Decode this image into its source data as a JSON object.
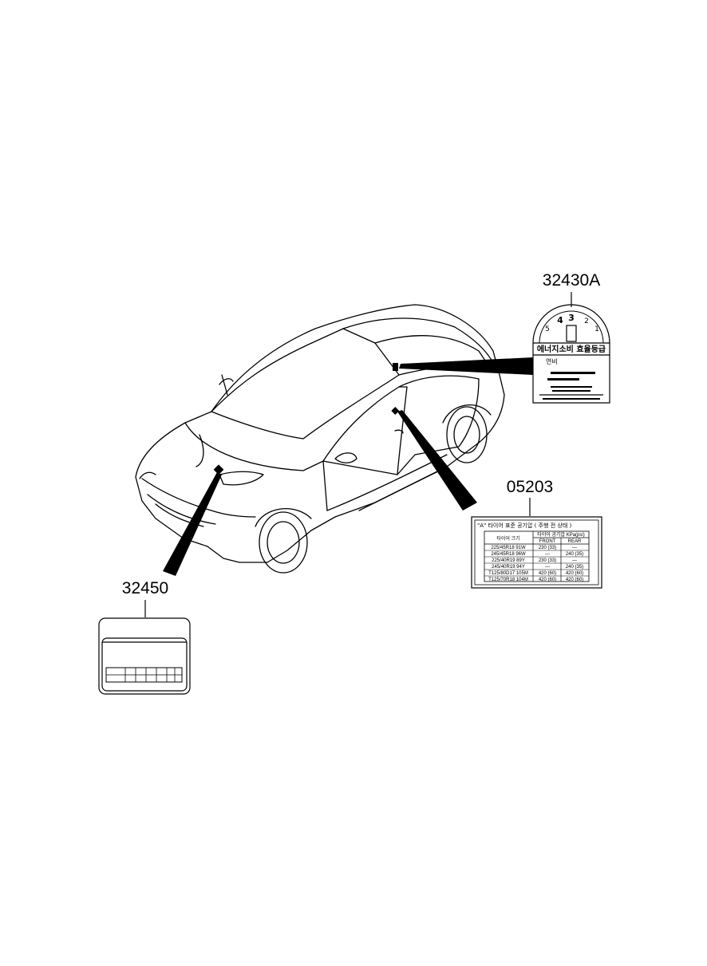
{
  "callouts": {
    "emission_label": "32430A",
    "tire_label": "05203",
    "engine_label": "32450"
  },
  "emission_label": {
    "grade_numbers": [
      "5",
      "4",
      "3",
      "2",
      "1"
    ],
    "efficiency_label": "에너지소비 효율등급",
    "fuel_economy": "연비"
  },
  "tire_label": {
    "title": "\"A\" 타이어 표준 공기압 ( 주행 전 상태 )",
    "col_tire": "타이어 크기",
    "col_pressure": "타이어 공기압 KPa(psi)",
    "col_front": "FRONT",
    "col_rear": "REAR",
    "rows": [
      [
        "225/45R18 91W",
        "230 (33)",
        "—"
      ],
      [
        "245/45R18 96W",
        "—",
        "240 (35)"
      ],
      [
        "225/40R19 89Y",
        "230 (33)",
        "—"
      ],
      [
        "245/40R19 94Y",
        "—",
        "240 (35)"
      ],
      [
        "T125/80D17 105M",
        "420 (60)",
        "420 (60)"
      ],
      [
        "T125/70R18 104M",
        "420 (60)",
        "420 (60)"
      ]
    ]
  }
}
